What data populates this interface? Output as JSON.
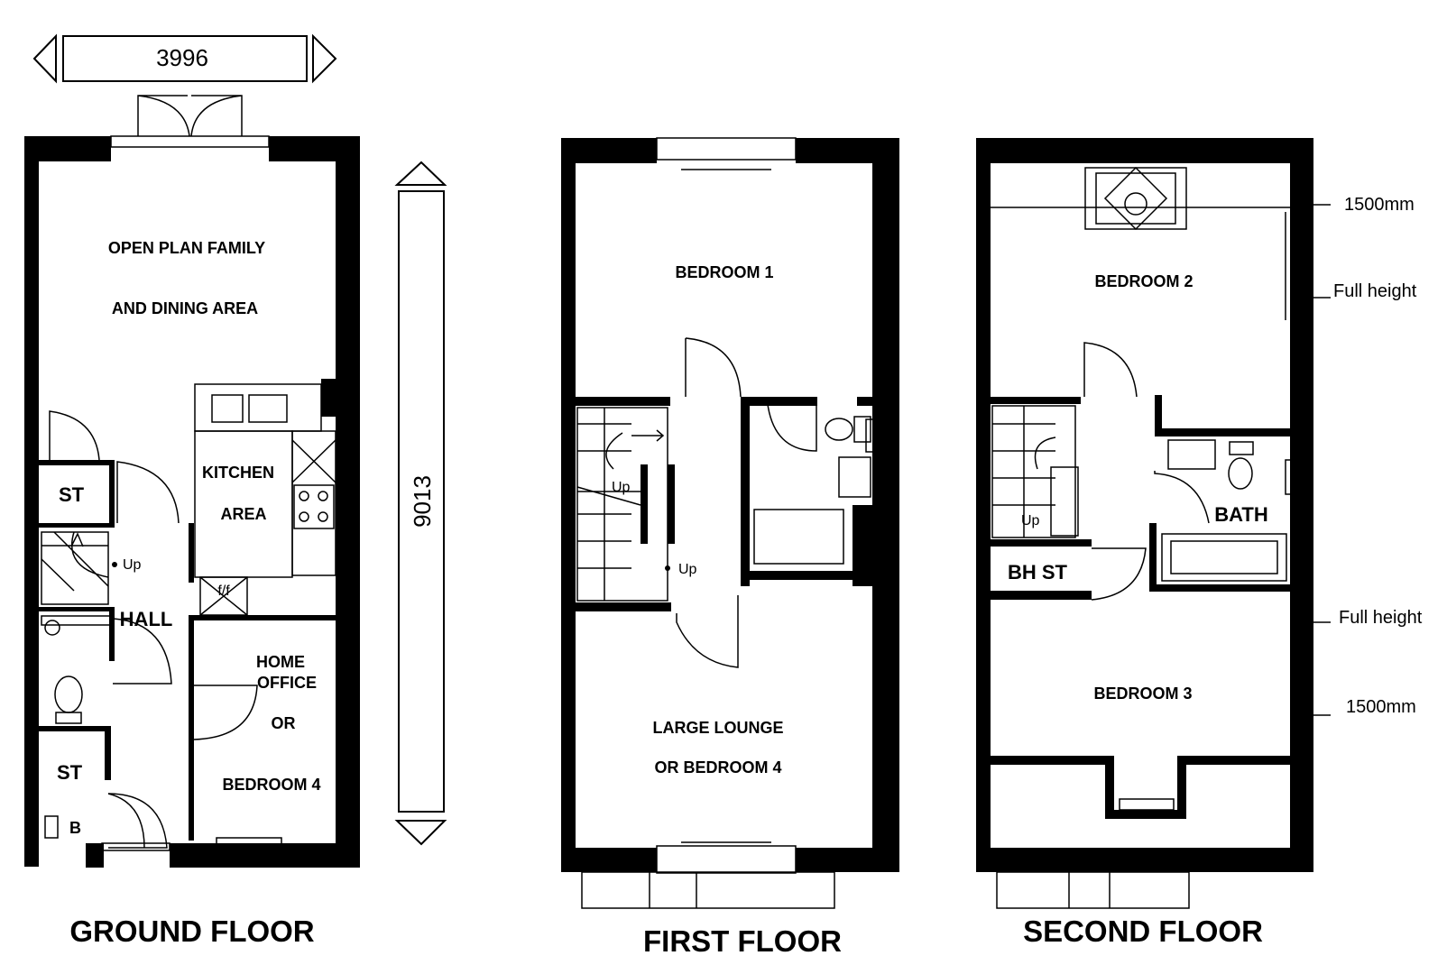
{
  "dimensions": {
    "width": "3996",
    "depth": "9013"
  },
  "ground_floor": {
    "title": "GROUND FLOOR",
    "rooms": {
      "family_line1": "OPEN PLAN FAMILY",
      "family_line2": "AND DINING AREA",
      "kitchen_line1": "KITCHEN",
      "kitchen_line2": "AREA",
      "st_upper": "ST",
      "st_lower": "ST",
      "hall": "HALL",
      "office_line1": "HOME",
      "office_line2": "OFFICE",
      "office_or": "OR",
      "office_line3": "BEDROOM 4",
      "boiler": "B",
      "fridge": "f/f",
      "stairs_up": "Up"
    }
  },
  "first_floor": {
    "title": "FIRST FLOOR",
    "rooms": {
      "bedroom1": "BEDROOM  1",
      "lounge_line1": "LARGE LOUNGE",
      "lounge_line2": "OR BEDROOM 4",
      "stairs_up_a": "Up",
      "stairs_up_b": "Up"
    }
  },
  "second_floor": {
    "title": "SECOND FLOOR",
    "rooms": {
      "bedroom2": "BEDROOM 2",
      "bedroom3": "BEDROOM 3",
      "bath": "BATH",
      "bh_st": "BH ST",
      "stairs_up": "Up"
    },
    "height_notes": {
      "top_1500": "1500mm",
      "top_full": "Full height",
      "bottom_full": "Full height",
      "bottom_1500": "1500mm"
    }
  }
}
